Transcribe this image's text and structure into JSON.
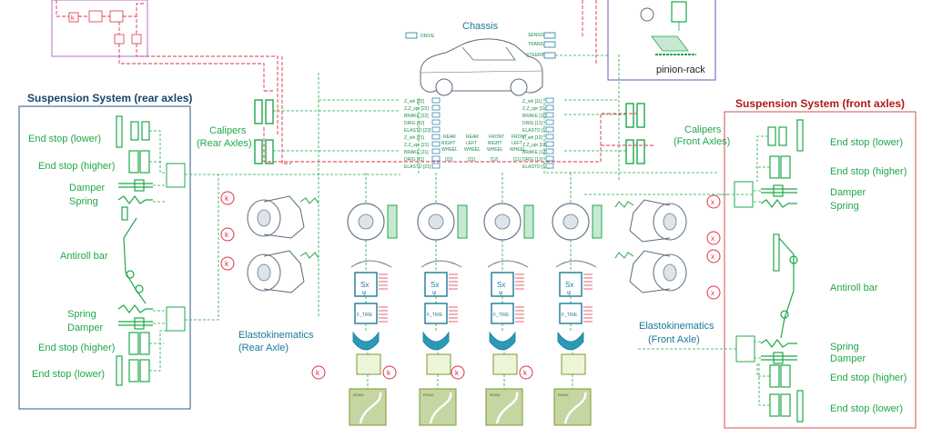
{
  "chassis": {
    "title": "Chassis"
  },
  "pinion_rack": {
    "label": "pinion-rack"
  },
  "rear_suspension": {
    "title": "Suspension System (rear axles)",
    "labels": [
      "End stop (lower)",
      "End stop (higher)",
      "Damper",
      "Spring",
      "Antiroll bar",
      "Spring",
      "Damper",
      "End stop (higher)",
      "End stop (lower)"
    ]
  },
  "front_suspension": {
    "title": "Suspension System (front axles)",
    "labels": [
      "End stop (lower)",
      "End stop (higher)",
      "Damper",
      "Spring",
      "Antiroll bar",
      "Spring",
      "Damper",
      "End stop (higher)",
      "End stop (lower)"
    ]
  },
  "calipers_rear": {
    "line1": "Calipers",
    "line2": "(Rear Axles)"
  },
  "calipers_front": {
    "line1": "Calipers",
    "line2": "(Front Axles)"
  },
  "elasto_rear": {
    "line1": "Elastokinematics",
    "line2": "(Rear Axle)"
  },
  "elasto_front": {
    "line1": "Elastokinematics",
    "line2": "(Front Axle)"
  },
  "wheel_columns": [
    {
      "line1": "REAR",
      "line2": "RIGHT",
      "line3": "WHEEL",
      "index": "[22]"
    },
    {
      "line1": "REAR",
      "line2": "LEFT",
      "line3": "WHEEL",
      "index": "[21]"
    },
    {
      "line1": "FRONT",
      "line2": "RIGHT",
      "line3": "WHEEL",
      "index": "[12]"
    },
    {
      "line1": "FRONT",
      "line2": "LEFT",
      "line3": "WHEEL",
      "index": "[11]"
    }
  ],
  "port_labels_left": [
    "Z_wh [22]",
    "Z,Z_spr [22]",
    "BRAKE [22]",
    "DRIG [22]",
    "ELASTO [22]",
    "Z_wh [21]",
    "Z,Z_spr [21]",
    "BRAKE [21]",
    "DRIG [21]",
    "ELASTO [21]"
  ],
  "port_labels_right": [
    "Z_wh [11]",
    "Z,Z_spr [11]",
    "BRAKE [11]",
    "DRIG [11]",
    "ELASTO [11]",
    "Z_wh [12]",
    "Z,Z_spr [12]",
    "BRAKE [12]",
    "DRIG [12]",
    "ELASTO [12]"
  ],
  "chassis_ports": [
    "DRIVE",
    "SENSOR",
    "TRANS",
    "STEERING"
  ],
  "k_symbol": "k",
  "x_symbol": "x",
  "tire_labels": {
    "sx": "Sx",
    "psi": "ψ",
    "ftire": "F_TIRE"
  },
  "road_label": "ROAD",
  "colors": {
    "teal": "#1a7a9a",
    "green": "#1fa84a",
    "red": "#e0304a",
    "dark_red": "#b01818",
    "navy": "#17456b",
    "purple": "#b070d0",
    "indigo": "#6a5ab0"
  }
}
